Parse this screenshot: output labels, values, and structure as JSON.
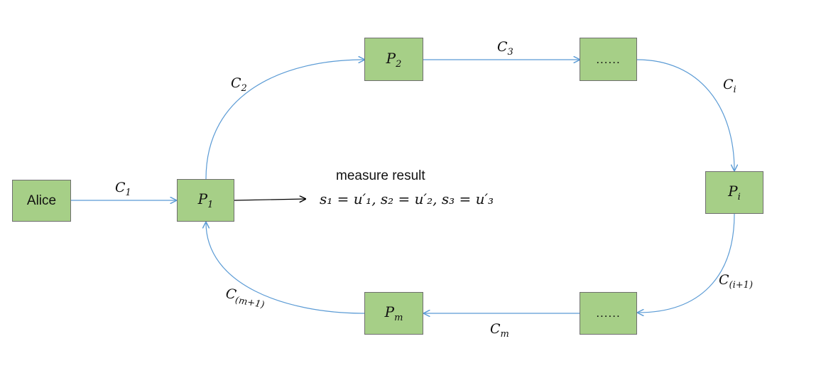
{
  "nodes": {
    "alice": {
      "label": "Alice"
    },
    "p1": {
      "base": "P",
      "sub": "1"
    },
    "p2": {
      "base": "P",
      "sub": "2"
    },
    "top_ellipsis": {
      "label": "......"
    },
    "pi": {
      "base": "P",
      "sub": "i"
    },
    "bottom_ellipsis": {
      "label": "......"
    },
    "pm": {
      "base": "P",
      "sub": "m"
    }
  },
  "edges": {
    "c1": {
      "base": "C",
      "sub": "1"
    },
    "c2": {
      "base": "C",
      "sub": "2"
    },
    "c3": {
      "base": "C",
      "sub": "3"
    },
    "ci": {
      "base": "C",
      "sub": "i"
    },
    "ci1": {
      "base": "C",
      "sub": "(i+1)"
    },
    "cm": {
      "base": "C",
      "sub": "m"
    },
    "cm1": {
      "base": "C",
      "sub": "(m+1)"
    }
  },
  "measurement": {
    "caption": "measure result",
    "formula": "s₁ = u′₁, s₂ = u′₂, s₃ = u′₃"
  },
  "colors": {
    "node_fill": "#a6cf87",
    "node_border": "#6f6f6f",
    "edge_stroke": "#5b9bd5",
    "result_arrow": "#000000"
  }
}
